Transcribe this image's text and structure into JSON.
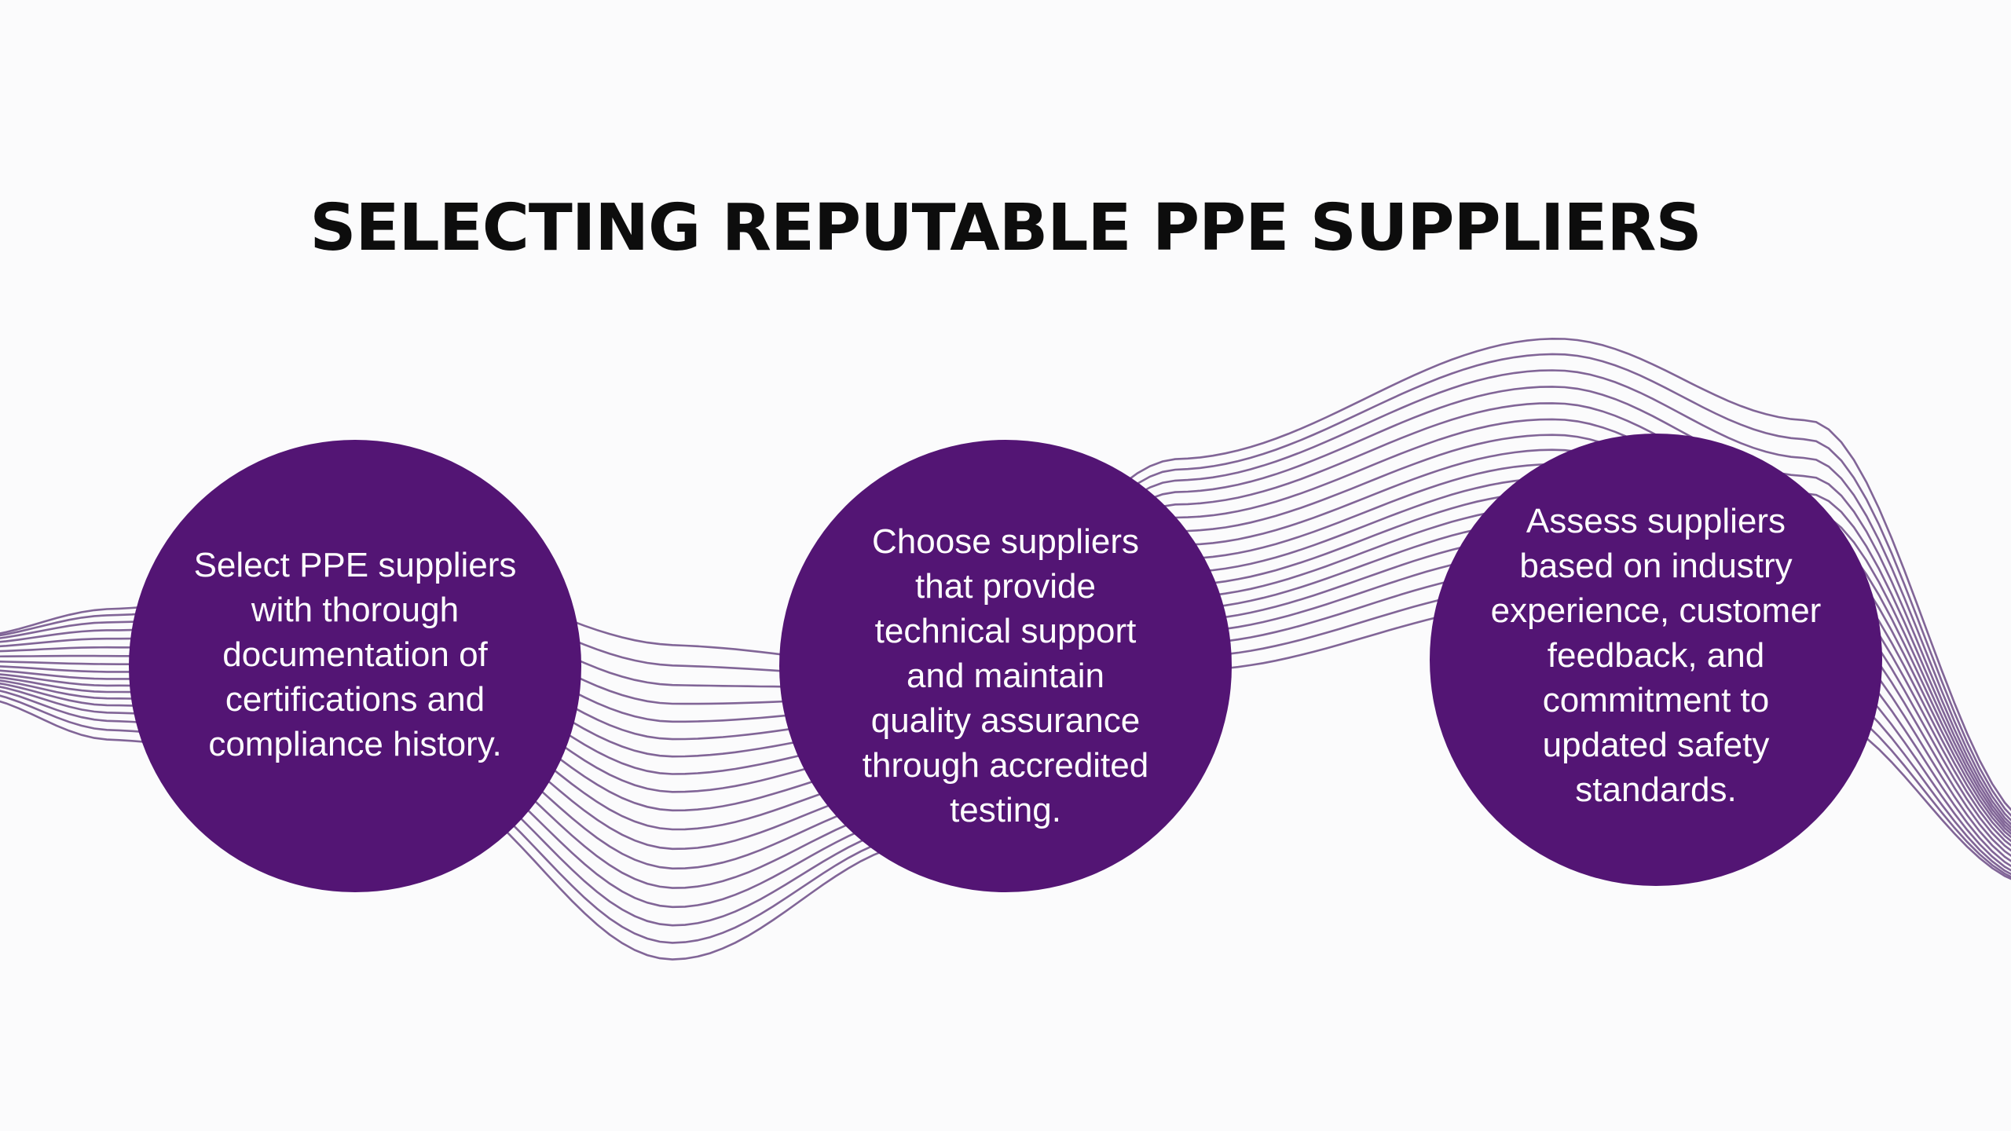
{
  "slide": {
    "title": "SELECTING REPUTABLE PPE SUPPLIERS",
    "points": [
      {
        "text": "Select PPE suppliers with thorough documentation of certifications and compliance history."
      },
      {
        "text": "Choose suppliers that provide technical support and maintain quality assurance through accredited testing."
      },
      {
        "text": "Assess suppliers based on industry experience, customer feedback, and commitment to updated safety standards."
      }
    ]
  },
  "colors": {
    "background": "#fbfbfc",
    "circle_fill": "#531574",
    "wave_stroke": "#6b4a85",
    "title": "#0d0d0d",
    "circle_text": "#ffffff"
  }
}
